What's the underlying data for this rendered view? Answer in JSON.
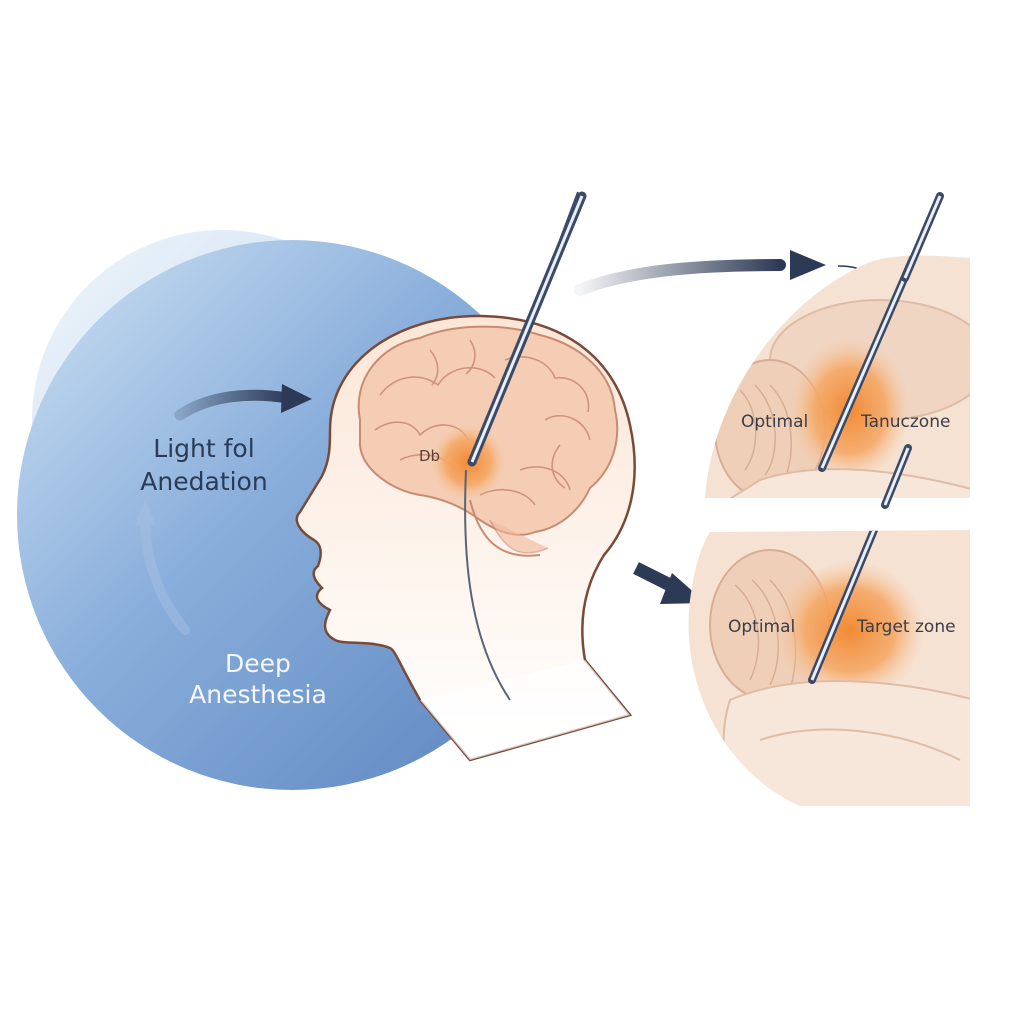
{
  "diagram": {
    "cycle_label_top": [
      "Light fol",
      "Anedation"
    ],
    "cycle_label_bottom": [
      "Deep",
      "Anesthesia"
    ],
    "probe_tip_label": "Db",
    "zoom_top": {
      "left_label": "Optimal",
      "right_label": "Tanuczone"
    },
    "zoom_bottom": {
      "left_label": "Optimal",
      "right_label": "Target zone"
    },
    "colors": {
      "cycle_disc": "#6a92c6",
      "arrow": "#2c3a56",
      "skin": "#fbe6d6",
      "brain": "#f3c9b0",
      "target_zone": "#f39a4e",
      "probe": "#3b4a66"
    }
  }
}
